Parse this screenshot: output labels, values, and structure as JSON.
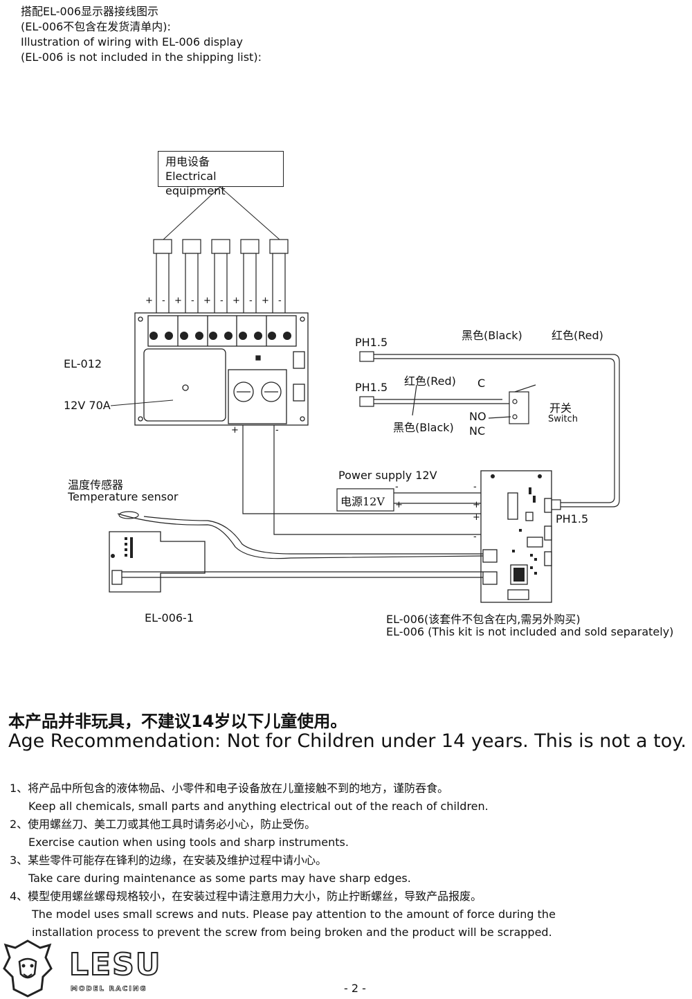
{
  "header": {
    "line1": "搭配EL-006显示器接线图示",
    "line2": "(EL-006不包含在发货清单内):",
    "line3": "Illustration of wiring with EL-006 display",
    "line4": "(EL-006 is not included in the shipping list):"
  },
  "diagram": {
    "equipment_cn": "用电设备",
    "equipment_en": "Electrical equipment",
    "terminal_plus": "+",
    "terminal_minus": "-",
    "el012": "EL-012",
    "el012_spec": "12V 70A",
    "ph15_top": "PH1.5",
    "ph15_mid": "PH1.5",
    "ph15_right": "PH1.5",
    "black_top": "黑色(Black)",
    "red_top": "红色(Red)",
    "red_mid": "红色(Red)",
    "black_mid": "黑色(Black)",
    "switch_c": "C",
    "switch_no": "NO",
    "switch_nc": "NC",
    "switch_cn": "开关",
    "switch_en": "Switch",
    "power_supply": "Power supply 12V",
    "power_box": "电源12V",
    "temp_cn": "温度传感器",
    "temp_en": "Temperature sensor",
    "el006_1": "EL-006-1",
    "el006_cn": "EL-006(该套件不包含在内,需另外购买)",
    "el006_en": "EL-006 (This kit is not included and sold separately)"
  },
  "warning": {
    "cn": "本产品并非玩具，不建议14岁以下儿童使用。",
    "en": "Age Recommendation: Not for Children under 14 years. This is not a toy."
  },
  "notes": [
    {
      "cn": "1、将产品中所包含的液体物品、小零件和电子设备放在儿童接触不到的地方，谨防吞食。",
      "en": "Keep all chemicals, small parts and anything electrical out of the reach of children."
    },
    {
      "cn": "2、使用螺丝刀、美工刀或其他工具时请务必小心，防止受伤。",
      "en": "Exercise caution when using tools and sharp instruments."
    },
    {
      "cn": "3、某些零件可能存在锋利的边缘，在安装及维护过程中请小心。",
      "en": "Take care during maintenance as some parts may have sharp edges."
    },
    {
      "cn": "4、模型使用螺丝螺母规格较小，在安装过程中请注意用力大小，防止拧断螺丝，导致产品报废。",
      "en1": "The model uses small screws and nuts. Please pay attention to the amount of force during the",
      "en2": "installation process to prevent the screw from being broken and the product will be scrapped."
    }
  ],
  "footer": {
    "brand": "LESU",
    "brand_sub": "MODEL RACING",
    "page": "- 2 -"
  }
}
